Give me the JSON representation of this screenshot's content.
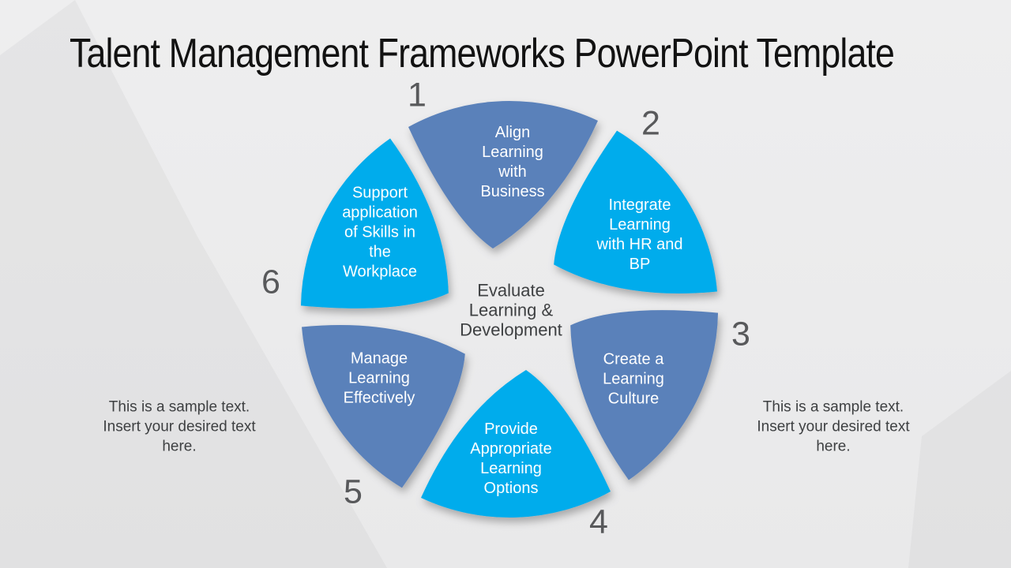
{
  "title": "Talent Management Frameworks PowerPoint Template",
  "diagram": {
    "center": {
      "label": "Evaluate\nLearning &\nDevelopment"
    },
    "steps": [
      {
        "number": "1",
        "label": "Align\nLearning\nwith\nBusiness",
        "color": "#5a81ba"
      },
      {
        "number": "2",
        "label": "Integrate\nLearning\nwith HR and\nBP",
        "color": "#00acec"
      },
      {
        "number": "3",
        "label": "Create a\nLearning\nCulture",
        "color": "#5a81ba"
      },
      {
        "number": "4",
        "label": "Provide\nAppropriate\nLearning\nOptions",
        "color": "#00acec"
      },
      {
        "number": "5",
        "label": "Manage\nLearning\nEffectively",
        "color": "#5a81ba"
      },
      {
        "number": "6",
        "label": "Support\napplication\nof Skills in\nthe\nWorkplace",
        "color": "#00acec"
      }
    ]
  },
  "notes": {
    "left": "This is a sample text.\nInsert your desired text\nhere.",
    "right": "This is a sample text.\nInsert your desired text\nhere."
  },
  "colors": {
    "dark_blue": "#5a81ba",
    "light_blue": "#00acec",
    "number_gray": "#58595b",
    "text_gray": "#3e4042",
    "background": "#ebebec"
  }
}
